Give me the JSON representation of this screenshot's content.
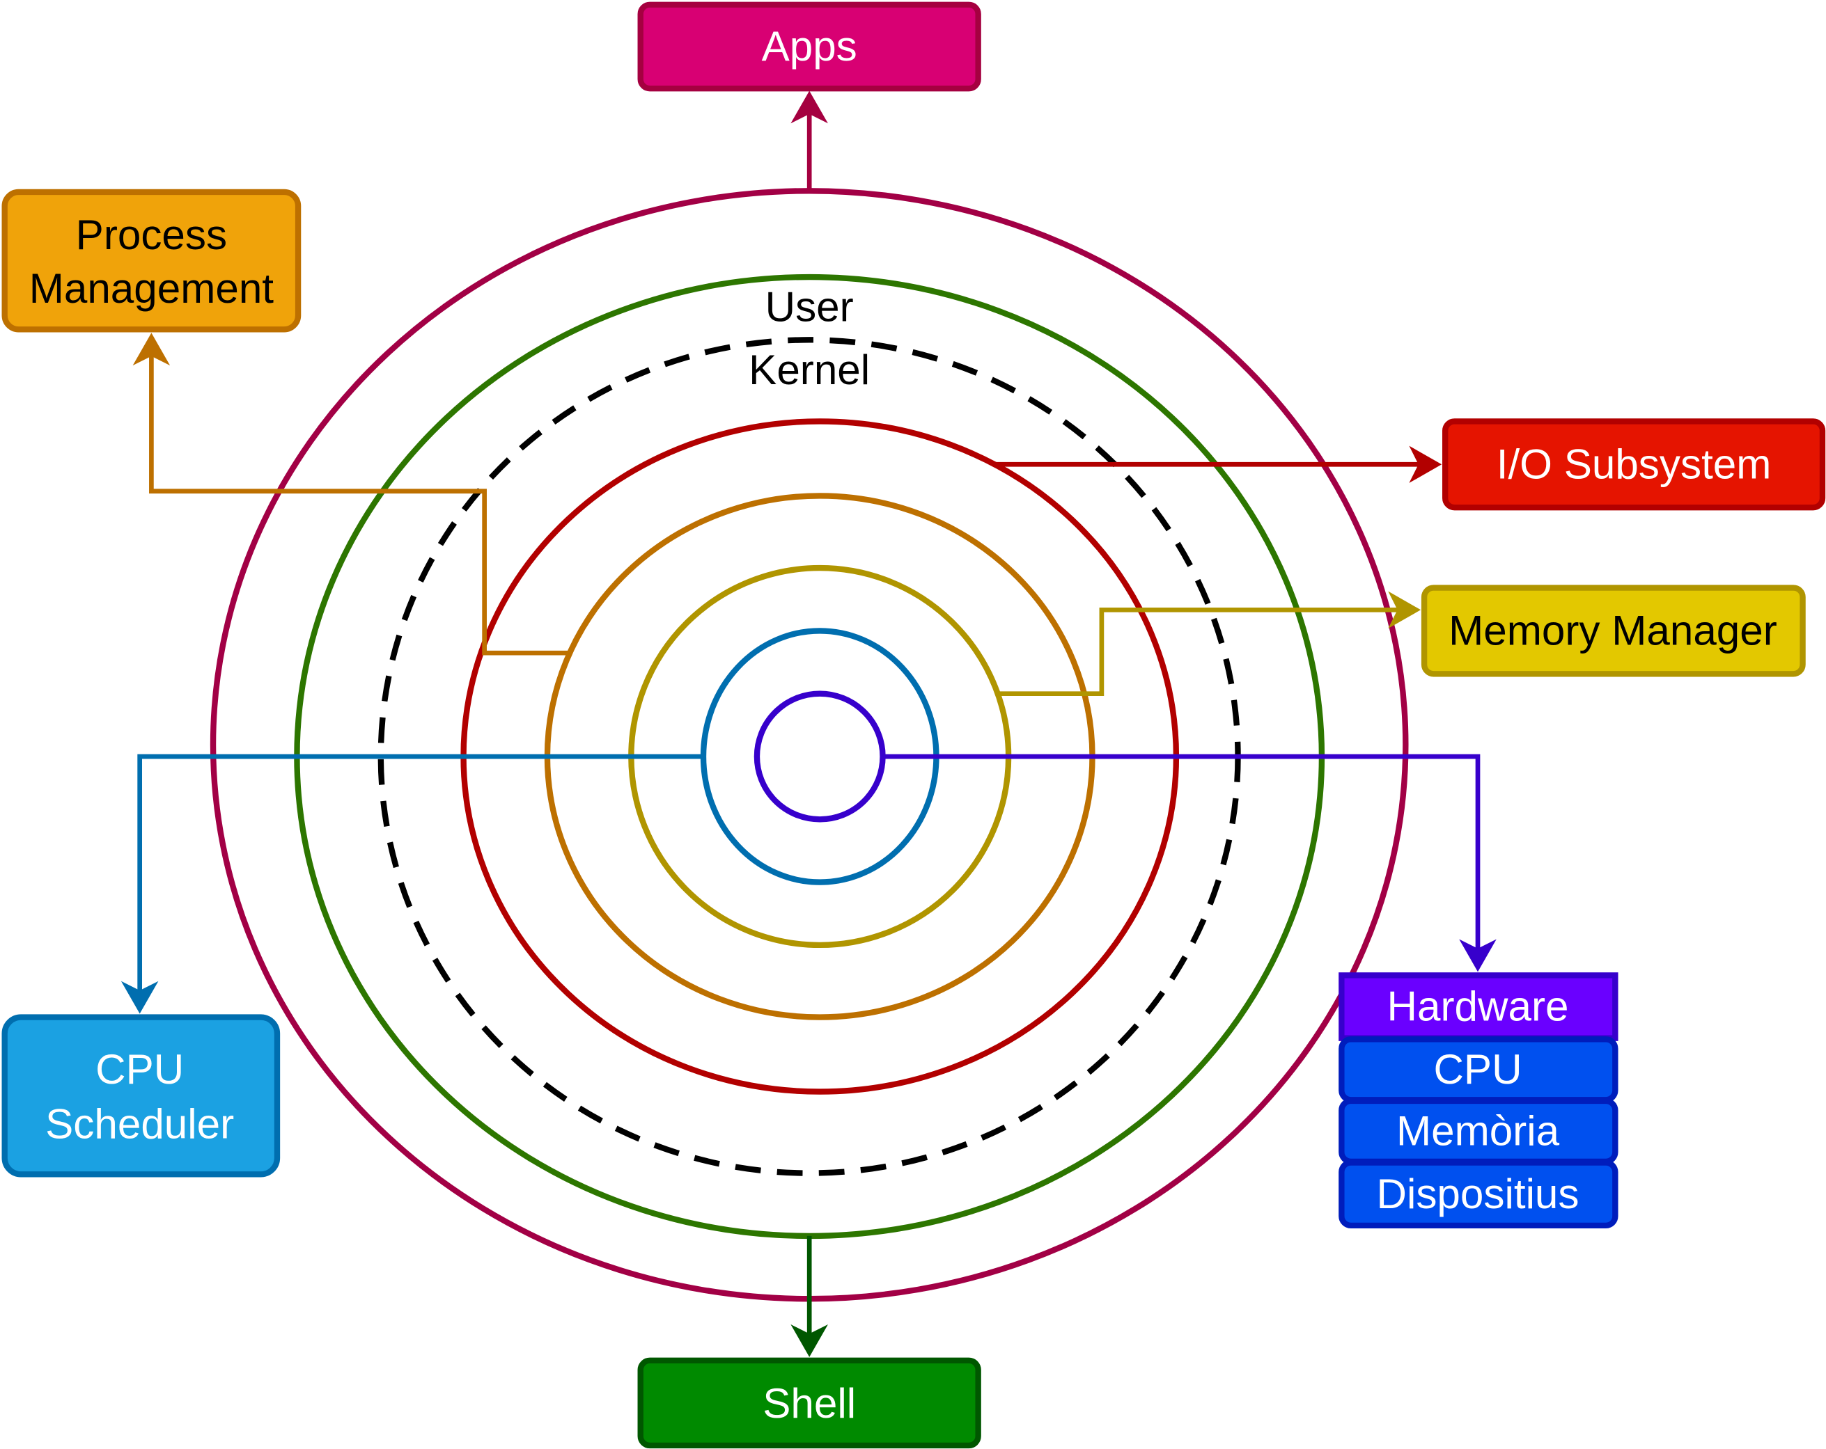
{
  "rings": {
    "user_label": "User",
    "kernel_label": "Kernel"
  },
  "boxes": {
    "apps": "Apps",
    "process_1": "Process",
    "process_2": "Management",
    "io": "I/O Subsystem",
    "memory": "Memory Manager",
    "cpu_sched_1": "CPU",
    "cpu_sched_2": "Scheduler",
    "shell": "Shell",
    "hardware": "Hardware",
    "hw_items": [
      "CPU",
      "Memòria",
      "Dispositius"
    ]
  },
  "colors": {
    "apps": "#D80073",
    "apps_stroke": "#A50040",
    "process": "#F0A30A",
    "process_stroke": "#BD7000",
    "io": "#E51400",
    "io_stroke": "#B20000",
    "memory": "#E3C800",
    "memory_stroke": "#B09500",
    "cpu_sched": "#1BA1E2",
    "cpu_sched_stroke": "#006EAF",
    "shell": "#008A00",
    "shell_stroke": "#005700",
    "hardware": "#6A00FF",
    "hardware_stroke": "#3700CC",
    "hw_item": "#0050EF",
    "hw_item_stroke": "#001DBC",
    "outer_ring": "#A20045",
    "user_ring": "#2D7600"
  }
}
